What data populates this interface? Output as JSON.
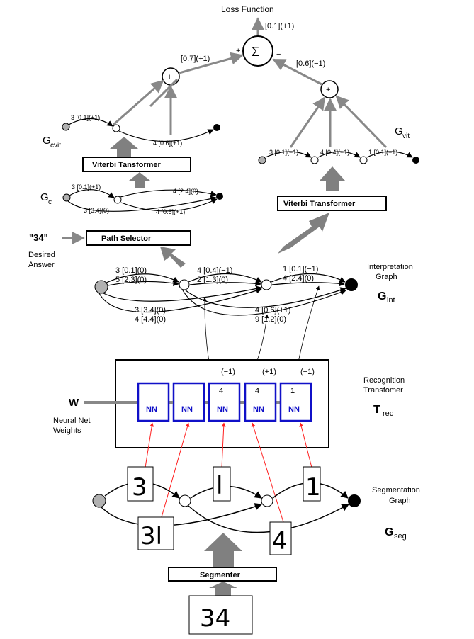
{
  "top": {
    "loss_function": "Loss Function",
    "loss_value": "[0.1](+1)",
    "sum_symbol": "Σ",
    "plus_sign": "+",
    "minus_sign": "−",
    "left_input": "[0.7](+1)",
    "right_input": "[0.6](−1)",
    "plus_node": "+"
  },
  "cvit": {
    "label": "G",
    "sub": "cvit",
    "edge_a": "3 [0.1](+1)",
    "edge_b": "4 [0.6](+1)"
  },
  "vit": {
    "label": "G",
    "sub": "vit",
    "edge_a": "3 [0.1](−1)",
    "edge_b": "4 [0.4](−1)",
    "edge_c": "1 [0.1](−1)"
  },
  "viterbi_left": "Viterbi Tansformer",
  "viterbi_right": "Viterbi Transformer",
  "gc": {
    "label": "G",
    "sub": "c",
    "edge_a": "3 [0.1](+1)",
    "edge_b": "3 [3.4](0)",
    "edge_c": "4 [2.4](0)",
    "edge_d": "4 [0.6](+1)"
  },
  "path_selector": {
    "label": "Path Selector",
    "answer": "\"34\"",
    "desired_1": "Desired",
    "desired_2": "Answer"
  },
  "interp": {
    "title_1": "Interpretation",
    "title_2": "Graph",
    "g": "G",
    "sub": "int",
    "edges": [
      "3 [0.1](0)",
      "5 [2.3](0)",
      "4 [0.4](−1)",
      "2 [1.3](0)",
      "1 [0.1](−1)",
      "4 [2.4](0)",
      "3 [3.4](0)",
      "4 [4.4](0)",
      "4 [0.6](+1)",
      "9 [1.2](0)"
    ]
  },
  "recog": {
    "title_1": "Recognition",
    "title_2": "Transfomer",
    "t": "T",
    "sub": "rec",
    "w": "W",
    "weights_1": "Neural Net",
    "weights_2": "Weights",
    "penalties": [
      "(−1)",
      "(+1)",
      "(−1)"
    ],
    "nn_label": "NN",
    "digits": [
      "4",
      "4",
      "1"
    ]
  },
  "seg": {
    "title_1": "Segmentation",
    "title_2": "Graph",
    "g": "G",
    "sub": "seg",
    "segmenter": "Segmenter",
    "input": "34",
    "pieces": [
      "3",
      "l",
      "1",
      "3l",
      "4"
    ]
  },
  "colors": {
    "nn_box": "#1010c8",
    "ink_arrow": "#ff2020",
    "big_arrow": "#808080",
    "gray_node": "#b0b0b0"
  }
}
